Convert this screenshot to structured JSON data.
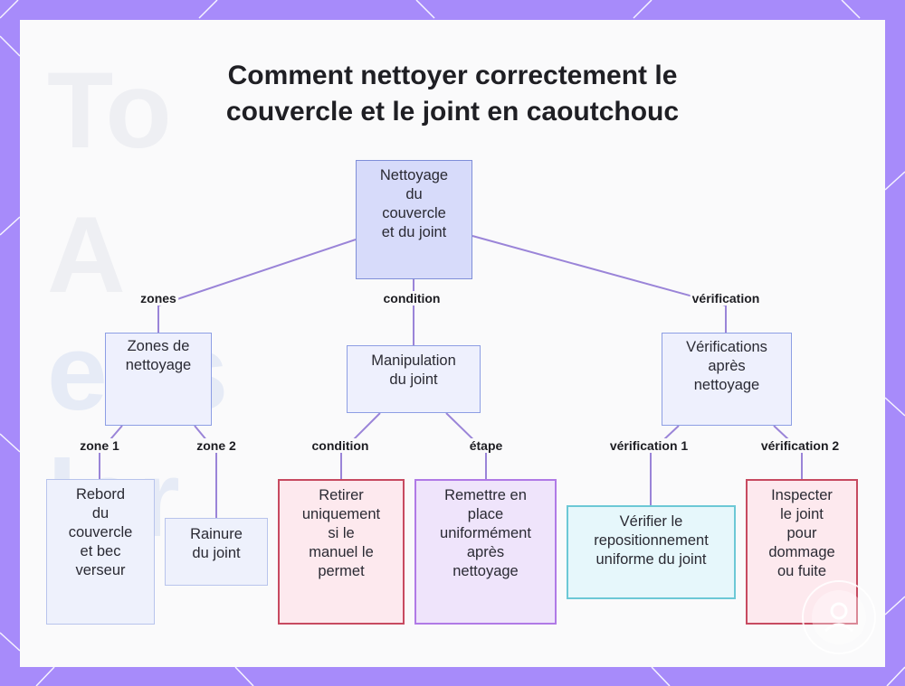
{
  "title": {
    "line1": "Comment nettoyer correctement le",
    "line2": "couvercle et le joint en caoutchouc"
  },
  "nodes": {
    "root": "Nettoyage\ndu\ncouvercle\net du joint",
    "zones": "Zones de\nnettoyage",
    "manip": "Manipulation\ndu joint",
    "verif": "Vérifications\naprès\nnettoyage",
    "rebord": "Rebord\ndu\ncouvercle\net bec\nverseur",
    "rainure": "Rainure\ndu joint",
    "retirer": "Retirer\nuniquement\nsi le\nmanuel le\npermet",
    "remettre": "Remettre en\nplace\nuniformément\naprès\nnettoyage",
    "verifier": "Vérifier le\nrepositionnement\nuniforme du joint",
    "inspecter": "Inspecter\nle joint\npour\ndommage\nou fuite"
  },
  "edge_labels": {
    "zones": "zones",
    "condition_top": "condition",
    "verification": "vérification",
    "zone1": "zone 1",
    "zone2": "zone 2",
    "condition_sub": "condition",
    "etape": "étape",
    "verification1": "vérification 1",
    "verification2": "vérification 2"
  },
  "colors": {
    "background_border": "#a78bfa",
    "edge": "#9a84d8",
    "root_fill": "#d7dbfa",
    "red_border": "#c74a60",
    "purple_border": "#b07ae6",
    "cyan_border": "#6cc8d6"
  },
  "icons": {
    "watermark": "user-badge-icon"
  }
}
